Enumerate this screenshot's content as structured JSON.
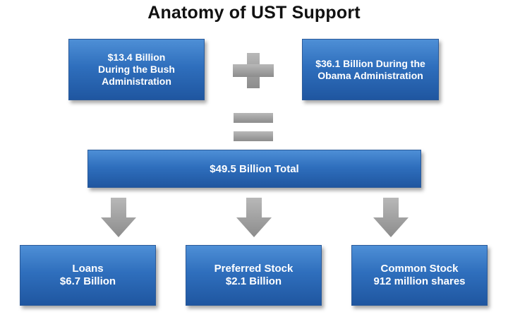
{
  "title": "Anatomy of UST Support",
  "top_boxes": {
    "bush": [
      "$13.4 Billion",
      "During the Bush",
      "Administration"
    ],
    "obama": [
      "$36.1 Billion During the",
      "Obama Administration"
    ]
  },
  "operators": {
    "plus": "+",
    "equals": "="
  },
  "total": "$49.5 Billion Total",
  "bottom_boxes": {
    "loans": [
      "Loans",
      "$6.7 Billion"
    ],
    "preferred": [
      "Preferred Stock",
      "$2.1 Billion"
    ],
    "common": [
      "Common Stock",
      "912 million shares"
    ]
  },
  "colors": {
    "box_fill": "#2f6fbd",
    "box_text": "#ffffff",
    "symbol_gray": "#9a9a9a",
    "title": "#111111"
  }
}
